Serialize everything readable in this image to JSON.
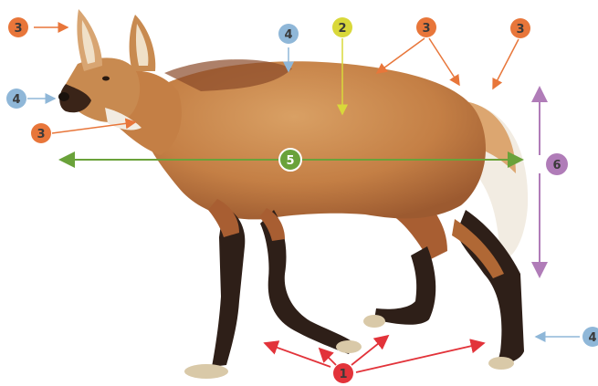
{
  "colors": {
    "orange": "#e8763a",
    "yellow": "#d9d83a",
    "blue": "#8fb7d8",
    "green": "#6aa23a",
    "purple": "#b07cb8",
    "red": "#e2333a",
    "badge_text": "#3a3a3a",
    "fur_main": "#c8854c",
    "fur_light": "#e0b585",
    "fur_dark": "#8a4a2a",
    "leg_dark": "#2e1f18",
    "tail_white": "#f2ece2"
  },
  "badges": {
    "ear_tip": "3",
    "mane_top": "4",
    "fur_body": "2",
    "back_upper": "3",
    "tail_tip": "3",
    "muzzle": "4",
    "throat": "3",
    "body_length": "5",
    "body_height": "6",
    "paws": "1",
    "feet_blue": "4"
  },
  "icons": {
    "animal": "maned-wolf-illustration"
  }
}
